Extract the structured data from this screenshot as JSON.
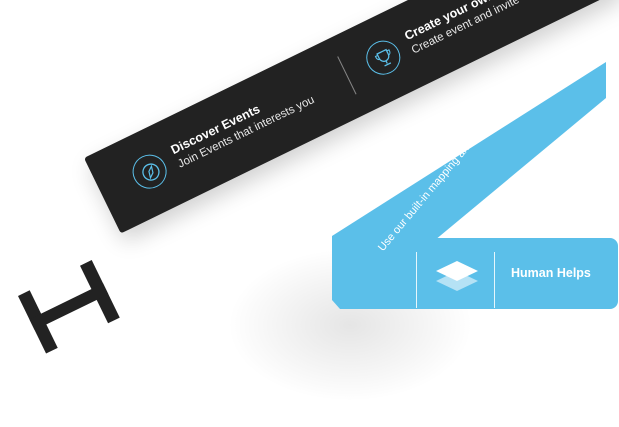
{
  "colors": {
    "ribbon_dark": "#222222",
    "ribbon_blue": "#5bbfe9",
    "text_light": "#ffffff",
    "icon_accent": "#5bbfe9"
  },
  "brand": {
    "letter": "H"
  },
  "features": {
    "discover": {
      "title": "Discover Events",
      "subtitle": "Join Events that interests you",
      "icon": "compass-icon"
    },
    "create": {
      "title": "Create your own events",
      "subtitle": "Create event and invite others to join.",
      "icon": "trophy-icon"
    },
    "mapping": {
      "text": "Use our built-in mapping and navi"
    },
    "human_helps": {
      "title": "Human Helps",
      "icon": "layers-icon"
    }
  }
}
